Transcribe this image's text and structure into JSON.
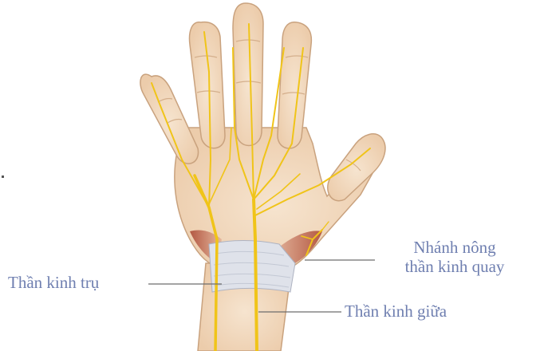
{
  "labels": {
    "ulnar_nerve": "Thần kinh trụ",
    "radial_nerve_line1": "Nhánh nông",
    "radial_nerve_line2": "thần kinh quay",
    "median_nerve": "Thần kinh giữa"
  },
  "colors": {
    "skin": "#f3ddc4",
    "skin_shade": "#e6c3a2",
    "outline": "#c9a27e",
    "nerve": "#f0c419",
    "nerve_edge": "#c99a0c",
    "ligament": "#d9dde6",
    "muscle": "#b5533d",
    "leader": "#6d6d6d",
    "label": "#6f7fb0"
  }
}
